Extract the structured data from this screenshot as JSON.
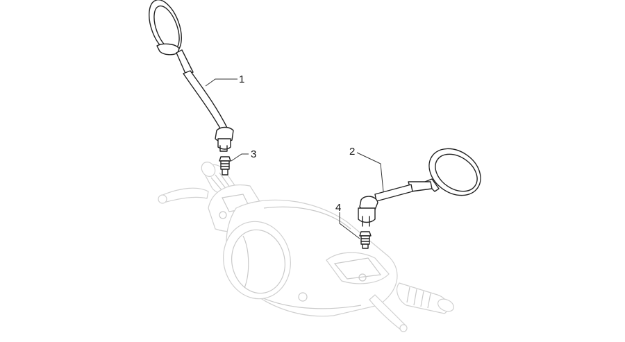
{
  "callouts": [
    {
      "id": "1",
      "label": "1"
    },
    {
      "id": "2",
      "label": "2"
    },
    {
      "id": "3",
      "label": "3"
    },
    {
      "id": "4",
      "label": "4"
    }
  ],
  "colors": {
    "ink": "#222222",
    "ghost_lines": "#c9c9c9",
    "background": "#ffffff"
  }
}
